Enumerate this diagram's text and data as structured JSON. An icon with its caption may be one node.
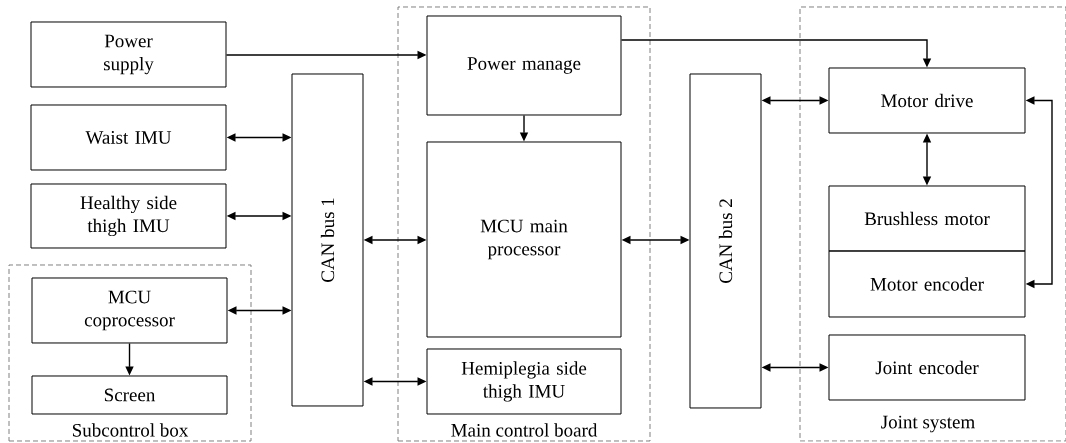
{
  "diagram": {
    "nodes": [
      {
        "text": [
          "Power supply"
        ]
      },
      {
        "text": [
          "Waist IMU"
        ]
      },
      {
        "text": [
          "Healthy side thigh IMU"
        ]
      },
      {
        "text": [
          "Subcontrol box"
        ]
      },
      {
        "text": [
          "MCU coprocessor"
        ],
        "in": 3
      },
      {
        "text": [
          "Screen"
        ],
        "in": 3
      },
      {
        "text": [
          "CAN bus 1"
        ]
      },
      {
        "text": [
          "Main control board"
        ]
      },
      {
        "text": [
          "Power manage"
        ],
        "in": 7
      },
      {
        "text": [
          "MCU main processor"
        ],
        "in": 7
      },
      {
        "text": [
          "Hemiplegia side thigh IMU"
        ],
        "in": 7
      },
      {
        "text": [
          "CAN bus 2"
        ]
      },
      {
        "text": [
          "Joint system"
        ]
      },
      {
        "text": [
          "Motor drive"
        ],
        "in": 12
      },
      {
        "text": [
          "Brushless motor"
        ],
        "in": 12
      },
      {
        "text": [
          "Motor encoder"
        ],
        "in": 12
      },
      {
        "text": [
          "Joint encoder"
        ],
        "in": 12
      }
    ],
    "edges": [
      {
        "from": 0,
        "to": 8,
        "arrow": "to"
      },
      {
        "from": 8,
        "to": 13,
        "arrow": "to"
      },
      {
        "from": 8,
        "to": 9,
        "arrow": "to"
      },
      {
        "from": 1,
        "to": 6,
        "arrow": "both"
      },
      {
        "from": 2,
        "to": 6,
        "arrow": "both"
      },
      {
        "from": 4,
        "to": 6,
        "arrow": "both"
      },
      {
        "from": 4,
        "to": 5,
        "arrow": "to"
      },
      {
        "from": 6,
        "to": 9,
        "arrow": "both"
      },
      {
        "from": 6,
        "to": 10,
        "arrow": "both"
      },
      {
        "from": 9,
        "to": 11,
        "arrow": "both"
      },
      {
        "from": 11,
        "to": 13,
        "arrow": "both"
      },
      {
        "from": 13,
        "to": 14,
        "arrow": "both"
      },
      {
        "from": 13,
        "to": 15,
        "arrow": "both"
      },
      {
        "from": 11,
        "to": 16,
        "arrow": "both"
      }
    ]
  }
}
